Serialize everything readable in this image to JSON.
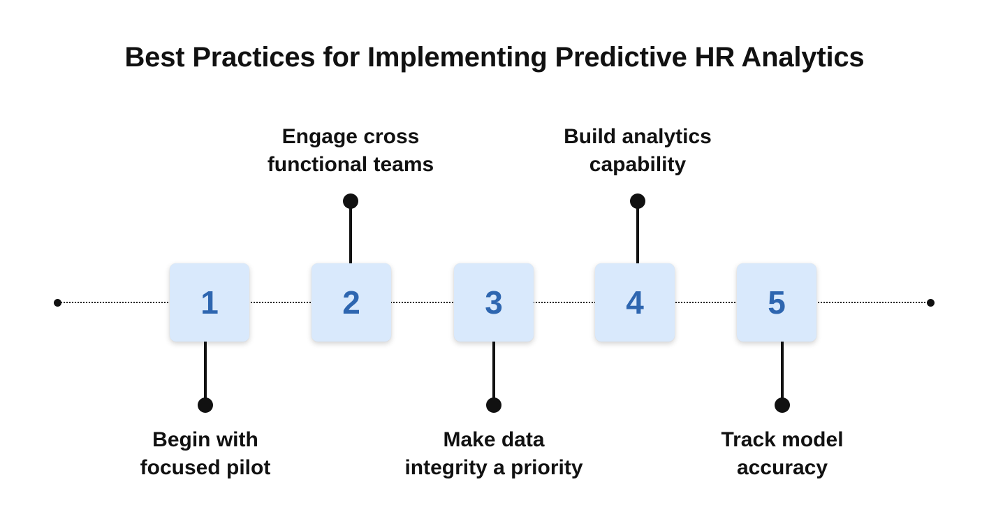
{
  "title": "Best Practices for Implementing Predictive HR Analytics",
  "steps": [
    {
      "number": "1",
      "label_line1": "Begin with",
      "label_line2": "focused pilot",
      "position": "below"
    },
    {
      "number": "2",
      "label_line1": "Engage cross",
      "label_line2": "functional teams",
      "position": "above"
    },
    {
      "number": "3",
      "label_line1": "Make data",
      "label_line2": "integrity a priority",
      "position": "below"
    },
    {
      "number": "4",
      "label_line1": "Build analytics",
      "label_line2": "capability",
      "position": "above"
    },
    {
      "number": "5",
      "label_line1": "Track model",
      "label_line2": "accuracy",
      "position": "below"
    }
  ],
  "colors": {
    "box_fill": "#d9e9fc",
    "number_text": "#2e66b0",
    "line": "#111111"
  }
}
